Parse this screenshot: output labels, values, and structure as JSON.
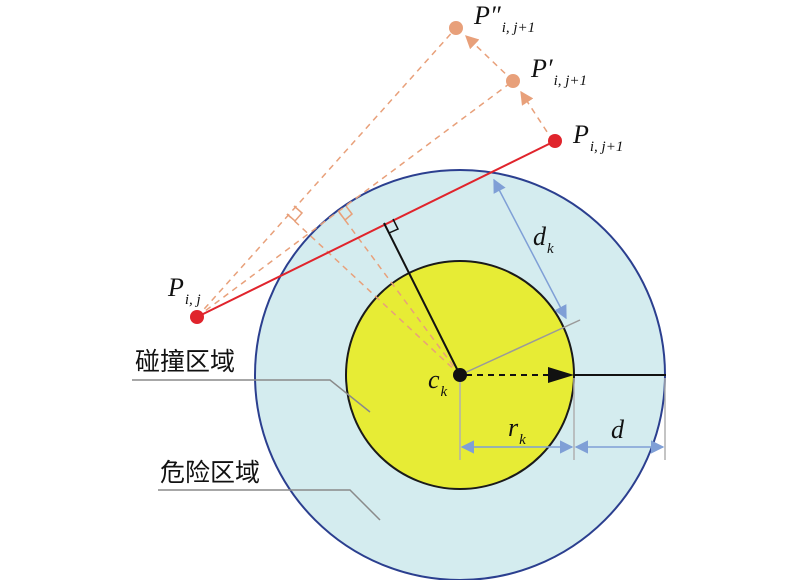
{
  "diagram": {
    "labels": {
      "p_ij": "P",
      "p_ij_sub": "i, j",
      "p_ij1": "P",
      "p_ij1_sub": "i, j+1",
      "p_prime": "P′",
      "p_prime_sub": "i, j+1",
      "p_dprime": "P″",
      "p_dprime_sub": "i, j+1",
      "center": "c",
      "center_sub": "k",
      "dk": "d",
      "dk_sub": "k",
      "rk": "r",
      "rk_sub": "k",
      "d": "d"
    },
    "regions": {
      "collision": "碰撞区域",
      "danger": "危险区域"
    },
    "colors": {
      "outer_fill": "#d4ecef",
      "outer_stroke": "#2b3f8f",
      "inner_fill": "#e7ec35",
      "red": "#e0242c",
      "orange": "#e8a07a",
      "blue": "#7f9fd6",
      "gray": "#8a8a8a"
    }
  }
}
